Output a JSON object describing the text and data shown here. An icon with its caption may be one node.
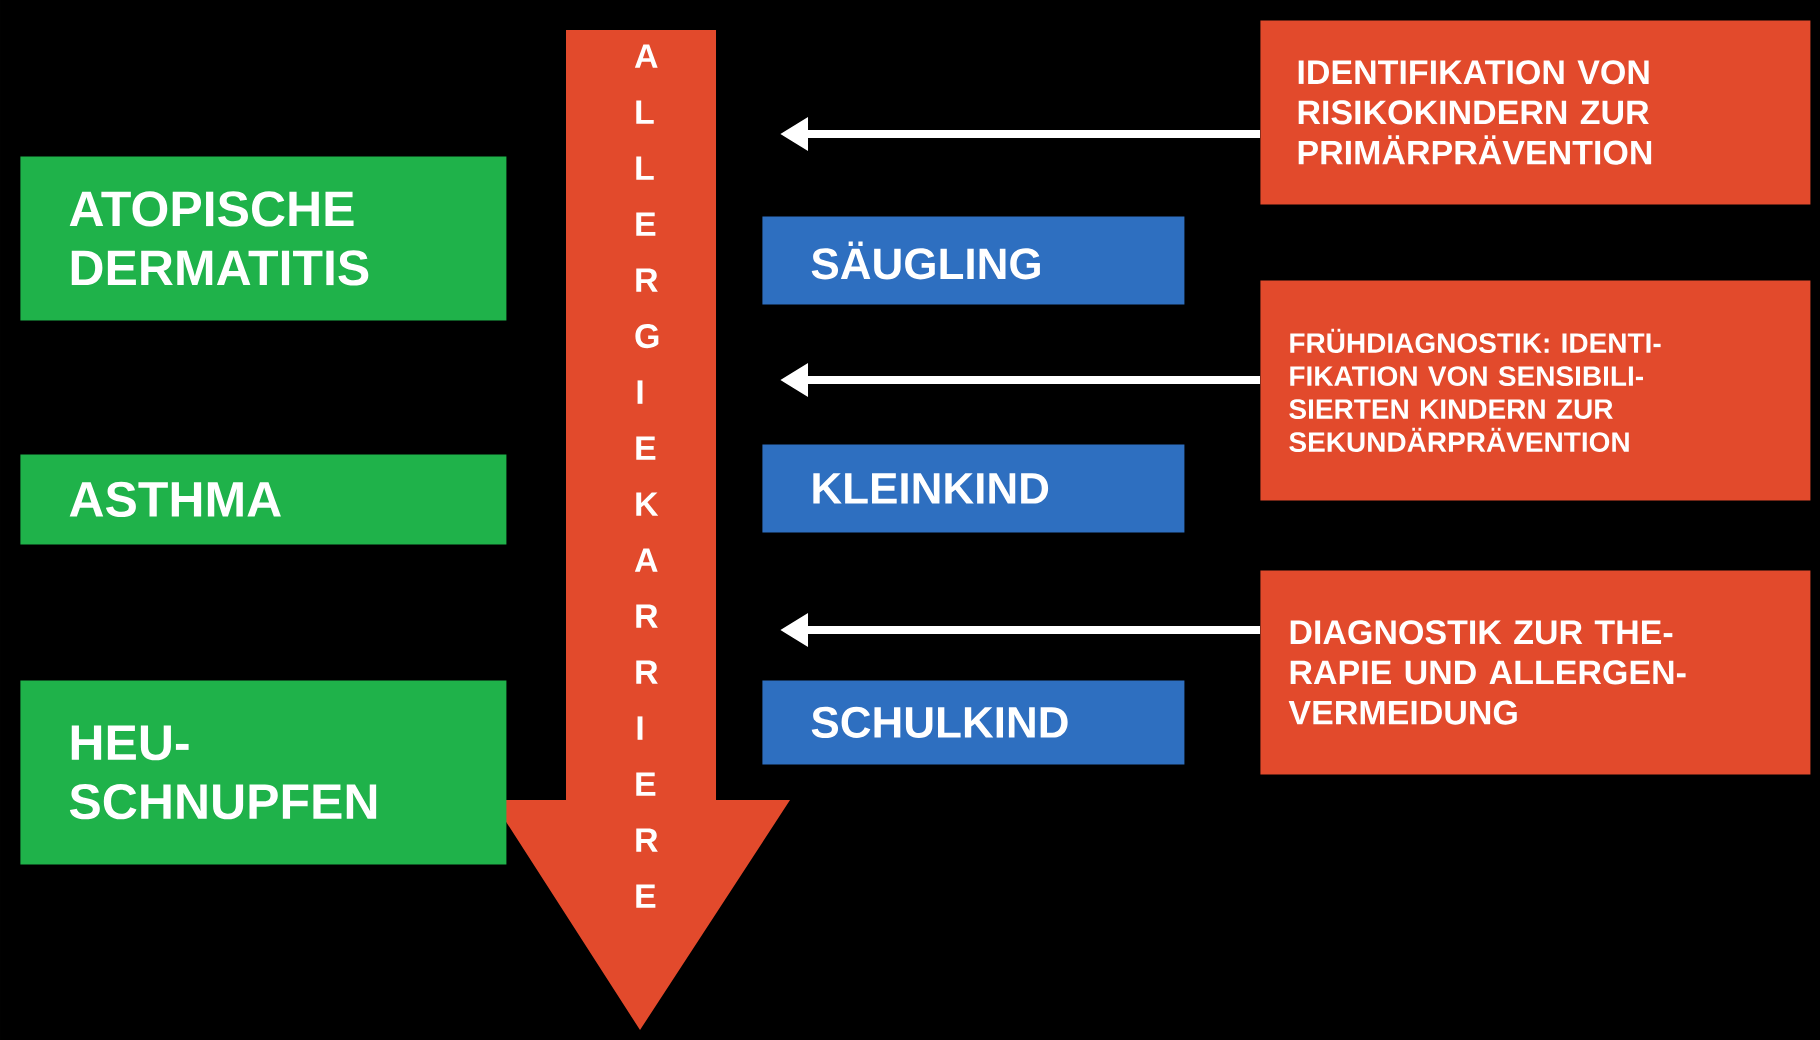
{
  "diagram": {
    "nodes": [
      {
        "text": [
          "ALLERGIEKARRIERE"
        ]
      },
      {
        "text": [
          "ATOPISCHE DERMATITIS"
        ]
      },
      {
        "text": [
          "ASTHMA"
        ]
      },
      {
        "text": [
          "HEU- SCHNUPFEN"
        ]
      },
      {
        "text": [
          "SÄUGLING"
        ]
      },
      {
        "text": [
          "KLEINKIND"
        ]
      },
      {
        "text": [
          "SCHULKIND"
        ]
      },
      {
        "text": [
          "IDENTIFIKATION VON RISIKOKINDERN ZUR PRIMÄRPRÄVENTION"
        ]
      },
      {
        "text": [
          "FRÜHDIAGNOSTIK: IDENTI- FIKATION VON SENSIBILI- SIERTEN KINDERN ZUR SEKUNDÄRPRÄVENTION"
        ]
      },
      {
        "text": [
          "DIAGNOSTIK ZUR THE- RAPIE UND ALLERGEN- VERMEIDUNG"
        ]
      }
    ],
    "edges": [
      {
        "from": 7,
        "to": null,
        "arrow": "to"
      },
      {
        "from": 8,
        "to": null,
        "arrow": "to"
      },
      {
        "from": 9,
        "to": null,
        "arrow": "to"
      }
    ]
  }
}
